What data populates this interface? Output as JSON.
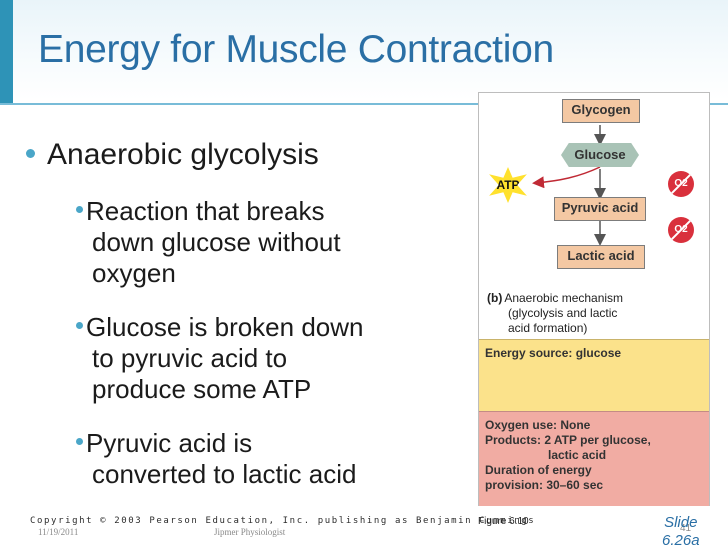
{
  "slide": {
    "title": "Energy for Muscle Contraction",
    "bullets": [
      {
        "text": "Anaerobic glycolysis",
        "sub": [
          {
            "lines": [
              "Reaction that breaks",
              "down glucose without",
              "oxygen"
            ]
          },
          {
            "lines": [
              "Glucose is broken down",
              "to pyruvic acid to",
              "produce some ATP"
            ]
          },
          {
            "lines": [
              "Pyruvic acid is",
              "converted to lactic acid"
            ]
          }
        ]
      }
    ]
  },
  "figure": {
    "nodes": {
      "glycogen": "Glycogen",
      "glucose": "Glucose",
      "pyruvic": "Pyruvic acid",
      "lactic": "Lactic acid",
      "atp": "ATP",
      "o2": "O2"
    },
    "caption_letter": "(b)",
    "caption_lines": [
      "Anaerobic mechanism",
      "(glycolysis and lactic",
      "acid formation)"
    ],
    "energy_source": "Energy source: glucose",
    "oxygen_lines": [
      "Oxygen use: None",
      "Products: 2 ATP per glucose,",
      "lactic acid",
      "Duration of energy",
      "provision: 30–60 sec"
    ],
    "colors": {
      "box": "#f4c8a3",
      "hex": "#a9c3b6",
      "atp": "#ffe12e",
      "o2": "#d9303c",
      "yellow_panel": "#fbe28b",
      "pink_panel": "#f1aca3"
    }
  },
  "footer": {
    "copyright": "Copyright © 2003 Pearson Education, Inc. publishing as Benjamin Cummings",
    "date": "11/19/2011",
    "source": "Jipmer Physiologist",
    "figure_ref": "Figure 6.10",
    "page": "41",
    "slide_line1": "Slide",
    "slide_line2": "6.26a"
  },
  "colors": {
    "title": "#2a6fa5",
    "accent_bar": "#2e93b7",
    "bullet": "#4aa6c8"
  }
}
